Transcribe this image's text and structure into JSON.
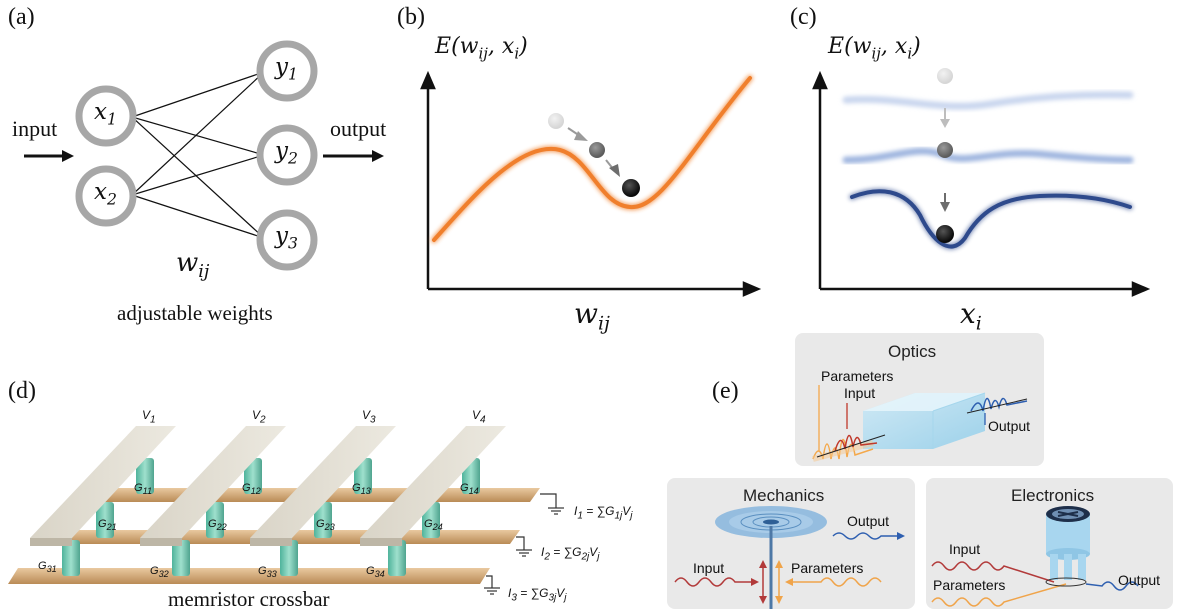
{
  "panel_a": {
    "label": "(a)",
    "input_label": "input",
    "output_label": "output",
    "nodes_in": [
      {
        "sym": "x",
        "sub": "1"
      },
      {
        "sym": "x",
        "sub": "2"
      }
    ],
    "nodes_out": [
      {
        "sym": "y",
        "sub": "1"
      },
      {
        "sym": "y",
        "sub": "2"
      },
      {
        "sym": "y",
        "sub": "3"
      }
    ],
    "weight_sym": "w",
    "weight_sub": "ij",
    "caption": "adjustable weights"
  },
  "panel_b": {
    "label": "(b)",
    "energy_sym": "E",
    "energy_args": "(w",
    "energy_args_sub": "ij",
    "energy_args_rest": ", x",
    "energy_args_sub2": "i",
    "energy_close": ")",
    "xaxis_sym": "w",
    "xaxis_sub": "ij",
    "curve_color": "#f07f2c"
  },
  "panel_c": {
    "label": "(c)",
    "energy_sym": "E",
    "energy_args": "(w",
    "energy_args_sub": "ij",
    "energy_args_rest": ", x",
    "energy_args_sub2": "i",
    "energy_close": ")",
    "xaxis_sym": "x",
    "xaxis_sub": "i",
    "curve_colors": [
      "#c9d6ee",
      "#9fb5df",
      "#2e4a8c"
    ]
  },
  "panel_d": {
    "label": "(d)",
    "caption": "memristor crossbar",
    "voltages": [
      "V1",
      "V2",
      "V3",
      "V4"
    ],
    "voltage_sym": "V",
    "voltage_subs": [
      "1",
      "2",
      "3",
      "4"
    ],
    "conductances": [
      [
        "11",
        "12",
        "13",
        "14"
      ],
      [
        "21",
        "22",
        "23",
        "24"
      ],
      [
        "31",
        "32",
        "33",
        "34"
      ]
    ],
    "conductance_sym": "G",
    "currents": [
      {
        "i": "1",
        "text": " = ∑G",
        "gsub": "1j",
        "v": "V",
        "vsub": "j"
      },
      {
        "i": "2",
        "text": " = ∑G",
        "gsub": "2j",
        "v": "V",
        "vsub": "j"
      },
      {
        "i": "3",
        "text": " = ∑G",
        "gsub": "3j",
        "v": "V",
        "vsub": "j"
      }
    ],
    "current_sym": "I"
  },
  "panel_e": {
    "label": "(e)",
    "optics": {
      "title": "Optics",
      "parameters": "Parameters",
      "input": "Input",
      "output": "Output"
    },
    "mechanics": {
      "title": "Mechanics",
      "input": "Input",
      "parameters": "Parameters",
      "output": "Output"
    },
    "electronics": {
      "title": "Electronics",
      "input": "Input",
      "parameters": "Parameters",
      "output": "Output"
    }
  }
}
